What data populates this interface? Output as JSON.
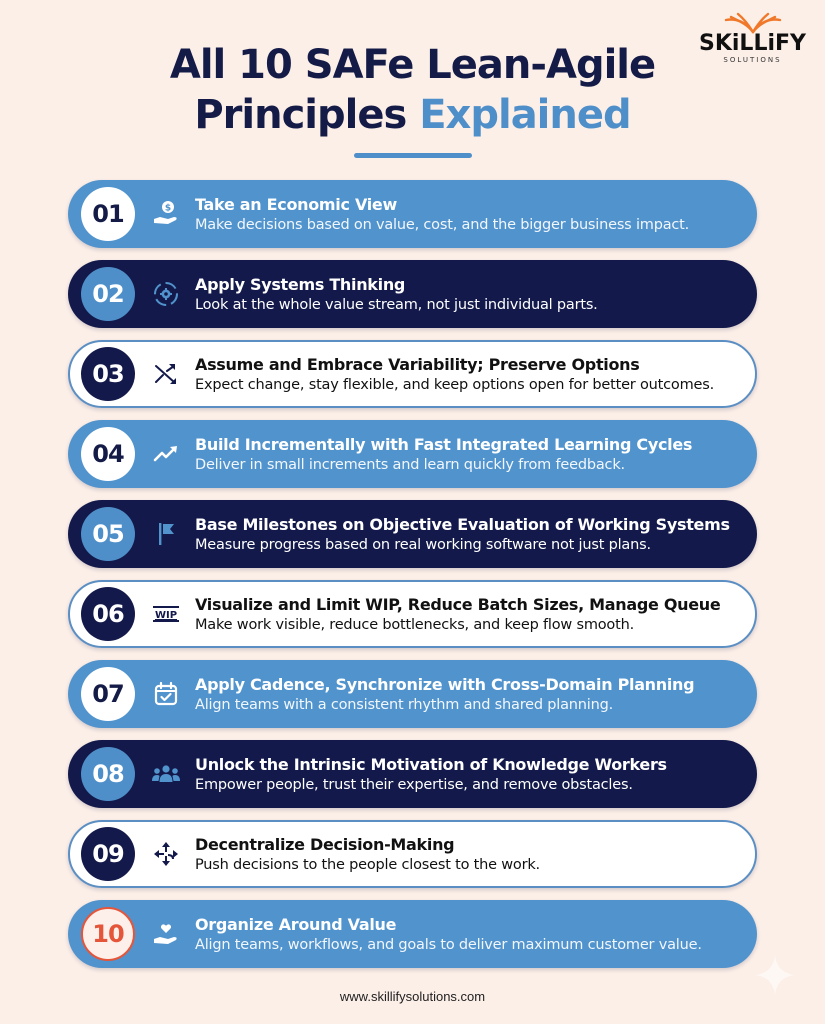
{
  "header": {
    "title_line1": "All 10 SAFe Lean-Agile",
    "title_line2_main": "Principles ",
    "title_line2_accent": "Explained"
  },
  "logo": {
    "icon": "open-book-icon",
    "name": "SKiLLiFY",
    "subtitle": "SOLUTIONS"
  },
  "colors": {
    "background": "#fcefe8",
    "navy": "#13194a",
    "blue": "#5193cd",
    "accent": "#4f8fc9",
    "orange": "#e5553a"
  },
  "principles": [
    {
      "number": "01",
      "icon": "money-hand-icon",
      "title": "Take an Economic View",
      "description": "Make decisions based on value, cost, and the bigger business impact.",
      "style": "light"
    },
    {
      "number": "02",
      "icon": "systems-gear-cycle-icon",
      "title": "Apply Systems Thinking",
      "description": "Look at the whole value stream, not just individual parts.",
      "style": "dark"
    },
    {
      "number": "03",
      "icon": "shuffle-arrows-icon",
      "title": "Assume and Embrace Variability; Preserve Options",
      "description": "Expect change, stay flexible, and keep options open for better outcomes.",
      "style": "white"
    },
    {
      "number": "04",
      "icon": "trend-up-icon",
      "title": "Build Incrementally with Fast Integrated Learning Cycles",
      "description": "Deliver in small increments and learn quickly from feedback.",
      "style": "light"
    },
    {
      "number": "05",
      "icon": "flag-icon",
      "title": "Base Milestones on Objective Evaluation of Working Systems",
      "description": "Measure progress based on real working software not just plans.",
      "style": "dark"
    },
    {
      "number": "06",
      "icon": "wip-icon",
      "title": "Visualize and Limit WIP, Reduce Batch Sizes, Manage Queue",
      "description": "Make work visible, reduce bottlenecks, and keep flow smooth.",
      "style": "white",
      "icon_text": "WIP"
    },
    {
      "number": "07",
      "icon": "calendar-check-icon",
      "title": "Apply Cadence, Synchronize with Cross-Domain Planning",
      "description": "Align teams with a consistent rhythm and shared planning.",
      "style": "light"
    },
    {
      "number": "08",
      "icon": "people-group-icon",
      "title": "Unlock the Intrinsic Motivation of Knowledge Workers",
      "description": "Empower people, trust their expertise, and remove obstacles.",
      "style": "dark"
    },
    {
      "number": "09",
      "icon": "decentralize-arrows-icon",
      "title": "Decentralize Decision-Making",
      "description": "Push decisions to the people closest to the work.",
      "style": "white"
    },
    {
      "number": "10",
      "icon": "heart-hand-icon",
      "title": "Organize Around Value",
      "description": "Align teams, workflows, and goals to deliver maximum customer value.",
      "style": "light"
    }
  ],
  "footer": {
    "website": "www.skillifysolutions.com"
  }
}
